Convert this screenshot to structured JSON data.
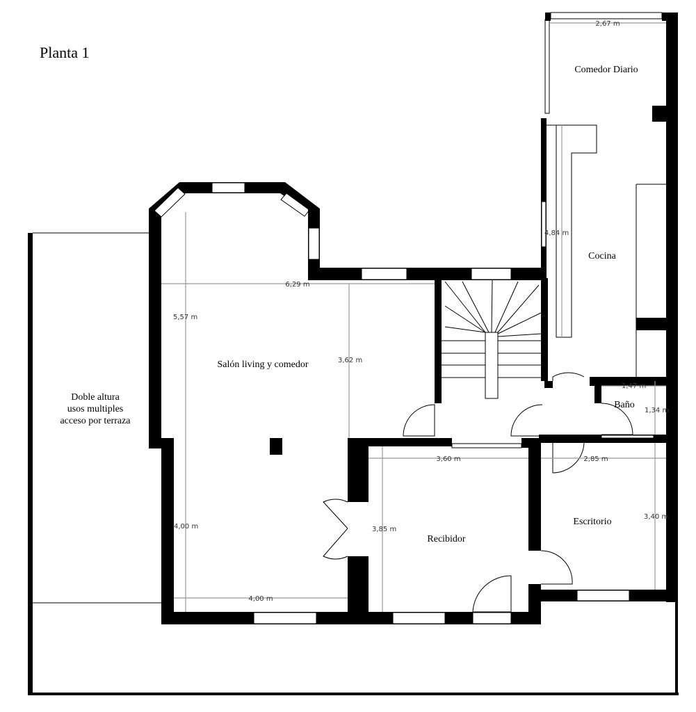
{
  "title": "Planta 1",
  "rooms": {
    "comedor_diario": "Comedor Diario",
    "cocina": "Cocina",
    "salon": "Salón living y comedor",
    "doble_altura_1": "Doble altura",
    "doble_altura_2": "usos multiples",
    "doble_altura_3": "acceso por terraza",
    "bano": "Baño",
    "escritorio": "Escritorio",
    "recibidor": "Recibidor"
  },
  "dimensions": {
    "comedor_width": "2,67 m",
    "cocina_length": "4,84 m",
    "salon_width": "6,29 m",
    "salon_depth": "5,57 m",
    "salon_inner": "3,62 m",
    "bano_width": "1,47 m",
    "bano_depth": "1,34 m",
    "escritorio_width": "2,85 m",
    "escritorio_depth": "3,40 m",
    "recibidor_width": "3,60 m",
    "recibidor_depth": "3,85 m",
    "comedor_depth": "4,00 m",
    "comedor_width2": "4,00 m"
  }
}
